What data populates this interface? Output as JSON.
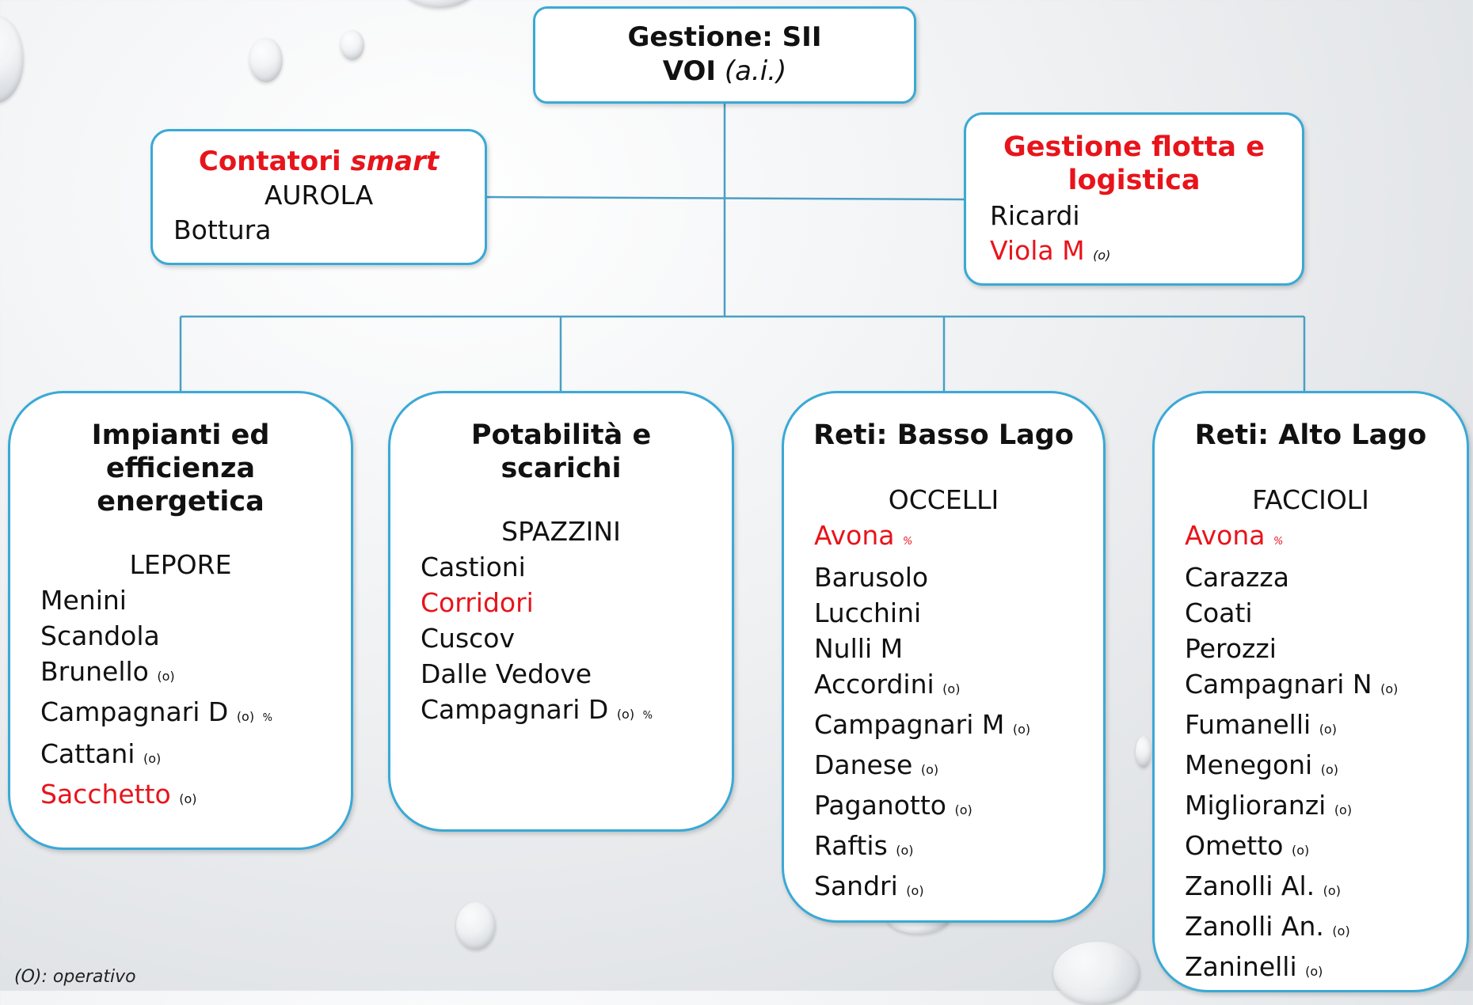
{
  "root": {
    "title": "Gestione: SII",
    "name": "VOI",
    "name_suffix": "(a.i.)"
  },
  "left_top": {
    "title_part1": "Contatori",
    "title_part2": "smart",
    "manager": "AUROLA",
    "members": [
      "Bottura"
    ]
  },
  "right_top": {
    "title": "Gestione flotta e logistica",
    "members": [
      {
        "name": "Ricardi",
        "note": "",
        "red": false
      },
      {
        "name": "Viola M",
        "note": "(o)",
        "red": true
      }
    ]
  },
  "departments": [
    {
      "title": "Impianti ed efficienza energetica",
      "manager": "LEPORE",
      "members": [
        {
          "name": "Menini",
          "note": "",
          "pct": "",
          "red": false
        },
        {
          "name": "Scandola",
          "note": "",
          "pct": "",
          "red": false
        },
        {
          "name": "Brunello",
          "note": "(o)",
          "pct": "",
          "red": false
        },
        {
          "name": "Campagnari D",
          "note": "(o)",
          "pct": "%",
          "red": false
        },
        {
          "name": "Cattani",
          "note": "(o)",
          "pct": "",
          "red": false
        },
        {
          "name": "Sacchetto",
          "note": "(o)",
          "pct": "",
          "red": true
        }
      ]
    },
    {
      "title": "Potabilità e scarichi",
      "manager": "SPAZZINI",
      "members": [
        {
          "name": "Castioni",
          "note": "",
          "pct": "",
          "red": false
        },
        {
          "name": "Corridori",
          "note": "",
          "pct": "",
          "red": true
        },
        {
          "name": "Cuscov",
          "note": "",
          "pct": "",
          "red": false
        },
        {
          "name": "Dalle Vedove",
          "note": "",
          "pct": "",
          "red": false
        },
        {
          "name": "Campagnari D",
          "note": "(o)",
          "pct": "%",
          "red": false
        }
      ]
    },
    {
      "title": "Reti: Basso Lago",
      "manager": "OCCELLI",
      "members": [
        {
          "name": "Avona",
          "note": "",
          "pct": "%",
          "red": true
        },
        {
          "name": "Barusolo",
          "note": "",
          "pct": "",
          "red": false
        },
        {
          "name": "Lucchini",
          "note": "",
          "pct": "",
          "red": false
        },
        {
          "name": "Nulli M",
          "note": "",
          "pct": "",
          "red": false
        },
        {
          "name": "Accordini",
          "note": "(o)",
          "pct": "",
          "red": false
        },
        {
          "name": "Campagnari M",
          "note": "(o)",
          "pct": "",
          "red": false
        },
        {
          "name": "Danese",
          "note": "(o)",
          "pct": "",
          "red": false
        },
        {
          "name": "Paganotto",
          "note": "(o)",
          "pct": "",
          "red": false
        },
        {
          "name": "Raftis",
          "note": "(o)",
          "pct": "",
          "red": false
        },
        {
          "name": "Sandri",
          "note": "(o)",
          "pct": "",
          "red": false
        }
      ]
    },
    {
      "title": "Reti: Alto Lago",
      "manager": "FACCIOLI",
      "members": [
        {
          "name": "Avona",
          "note": "",
          "pct": "%",
          "red": true
        },
        {
          "name": "Carazza",
          "note": "",
          "pct": "",
          "red": false
        },
        {
          "name": "Coati",
          "note": "",
          "pct": "",
          "red": false
        },
        {
          "name": "Perozzi",
          "note": "",
          "pct": "",
          "red": false
        },
        {
          "name": "Campagnari N",
          "note": "(o)",
          "pct": "",
          "red": false
        },
        {
          "name": "Fumanelli",
          "note": "(o)",
          "pct": "",
          "red": false
        },
        {
          "name": "Menegoni",
          "note": "(o)",
          "pct": "",
          "red": false
        },
        {
          "name": "Miglioranzi",
          "note": "(o)",
          "pct": "",
          "red": false
        },
        {
          "name": "Ometto",
          "note": "(o)",
          "pct": "",
          "red": false
        },
        {
          "name": "Zanolli Al.",
          "note": "(o)",
          "pct": "",
          "red": false
        },
        {
          "name": "Zanolli An.",
          "note": "(o)",
          "pct": "",
          "red": false
        },
        {
          "name": "Zaninelli",
          "note": "(o)",
          "pct": "",
          "red": false
        }
      ]
    }
  ],
  "footnote": {
    "key": "(O)",
    "text": ": operativo"
  },
  "colors": {
    "border": "#3aa9d6",
    "line": "#4a9fc4",
    "highlight": "#e8141b"
  }
}
